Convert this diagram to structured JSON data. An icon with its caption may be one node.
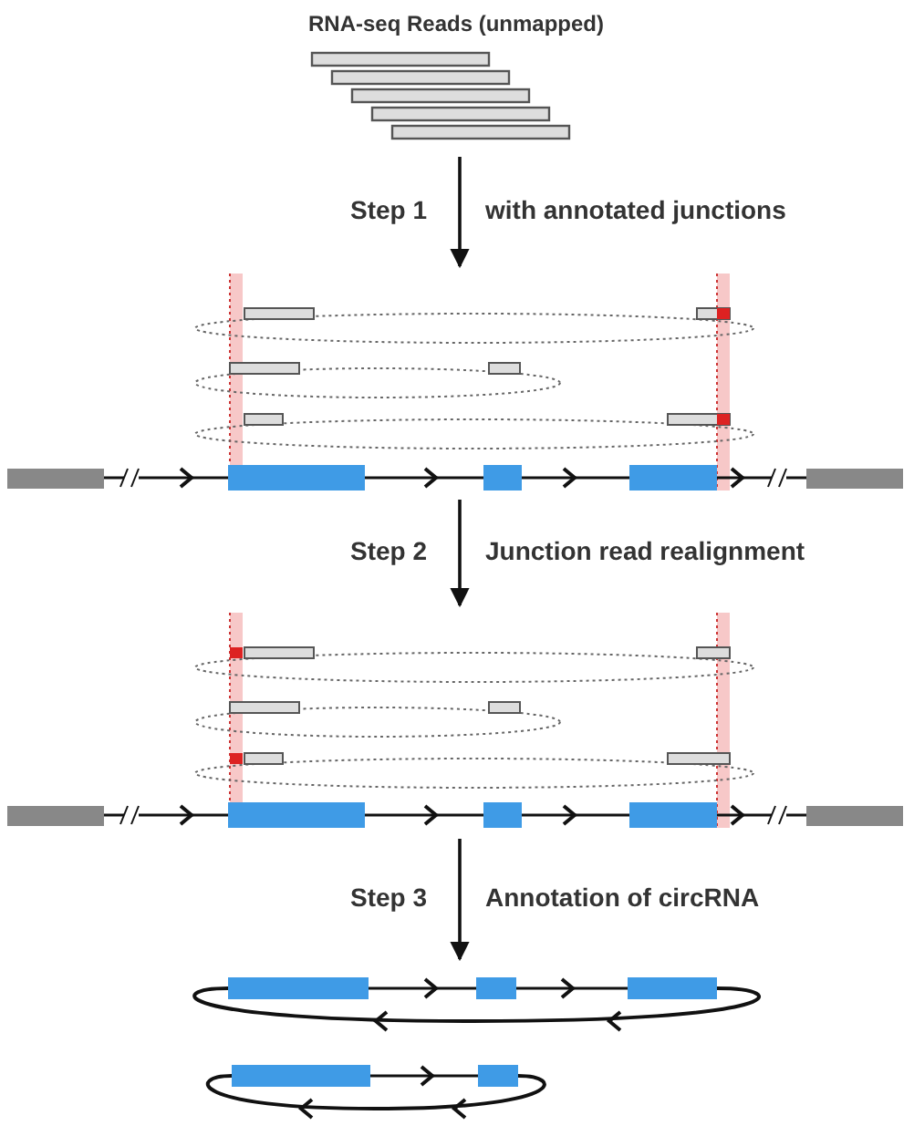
{
  "diagram": {
    "nodes": [
      {
        "text": [
          "RNA-seq Reads (unmapped)"
        ]
      },
      {
        "text": [],
        "shape": "picture"
      },
      {
        "text": [],
        "shape": "picture"
      },
      {
        "text": [],
        "shape": "picture"
      }
    ],
    "edges": [
      {
        "from": 0,
        "to": 1,
        "arrow": "to",
        "label": "with annotated junctions"
      },
      {
        "from": 1,
        "to": 2,
        "arrow": "to",
        "label": "Junction read realignment"
      },
      {
        "from": 2,
        "to": 3,
        "arrow": "to",
        "label": "Annotation of circRNA"
      }
    ],
    "labels": [
      "Step 1",
      "Step 2",
      "Step 3"
    ]
  }
}
